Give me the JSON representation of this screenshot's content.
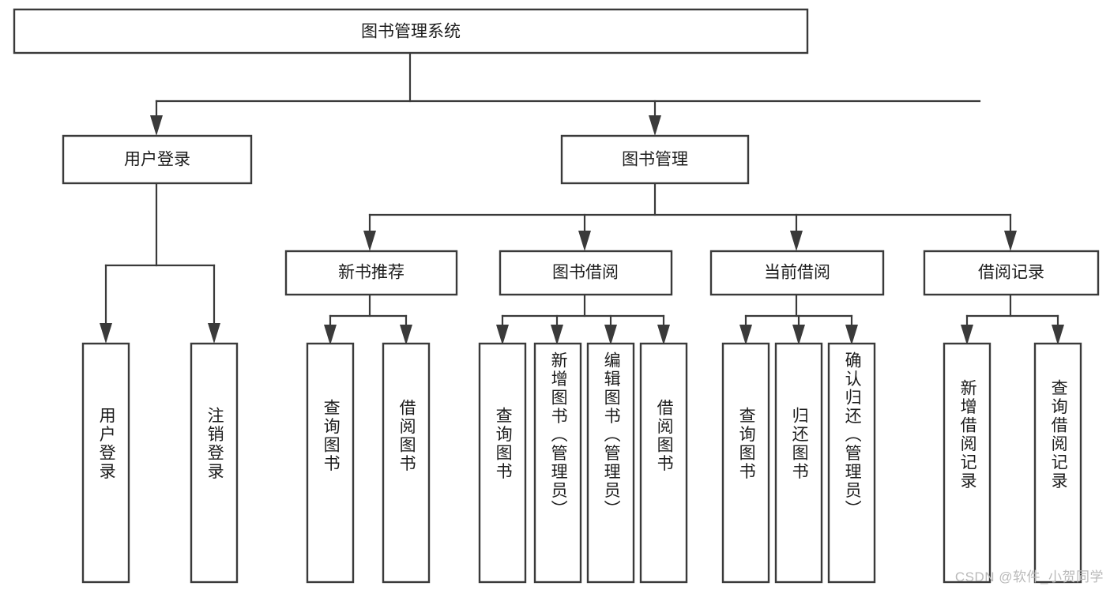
{
  "diagram": {
    "title": "图书管理系统",
    "type": "tree-hierarchy",
    "root": {
      "label": "图书管理系统"
    },
    "level2": [
      {
        "id": "user-login",
        "label": "用户登录"
      },
      {
        "id": "book-management",
        "label": "图书管理"
      }
    ],
    "level3": [
      {
        "id": "new-book-recommend",
        "label": "新书推荐",
        "parent": "book-management"
      },
      {
        "id": "book-borrow",
        "label": "图书借阅",
        "parent": "book-management"
      },
      {
        "id": "current-borrow",
        "label": "当前借阅",
        "parent": "book-management"
      },
      {
        "id": "borrow-record",
        "label": "借阅记录",
        "parent": "book-management"
      }
    ],
    "leaves": [
      {
        "id": "leaf-user-login",
        "label": "用户登录",
        "parent": "user-login"
      },
      {
        "id": "leaf-logout-login",
        "label": "注销登录",
        "parent": "user-login"
      },
      {
        "id": "leaf-query-book-1",
        "label": "查询图书",
        "parent": "new-book-recommend"
      },
      {
        "id": "leaf-borrow-book-1",
        "label": "借阅图书",
        "parent": "new-book-recommend"
      },
      {
        "id": "leaf-query-book-2",
        "label": "查询图书",
        "parent": "book-borrow"
      },
      {
        "id": "leaf-add-book",
        "label": "新增图书（管理员）",
        "parent": "book-borrow"
      },
      {
        "id": "leaf-edit-book",
        "label": "编辑图书（管理员）",
        "parent": "book-borrow"
      },
      {
        "id": "leaf-borrow-book-2",
        "label": "借阅图书",
        "parent": "book-borrow"
      },
      {
        "id": "leaf-query-book-3",
        "label": "查询图书",
        "parent": "current-borrow"
      },
      {
        "id": "leaf-return-book",
        "label": "归还图书",
        "parent": "current-borrow"
      },
      {
        "id": "leaf-confirm-return",
        "label": "确认归还（管理员）",
        "parent": "current-borrow"
      },
      {
        "id": "leaf-add-record",
        "label": "新增借阅记录",
        "parent": "borrow-record"
      },
      {
        "id": "leaf-query-record",
        "label": "查询借阅记录",
        "parent": "borrow-record"
      }
    ],
    "colors": {
      "stroke": "#3a3a3a",
      "text": "#1c1c1c",
      "background": "#ffffff",
      "watermark": "#b9b9b9"
    }
  },
  "watermark": {
    "text": "CSDN @软件_小贺同学"
  }
}
